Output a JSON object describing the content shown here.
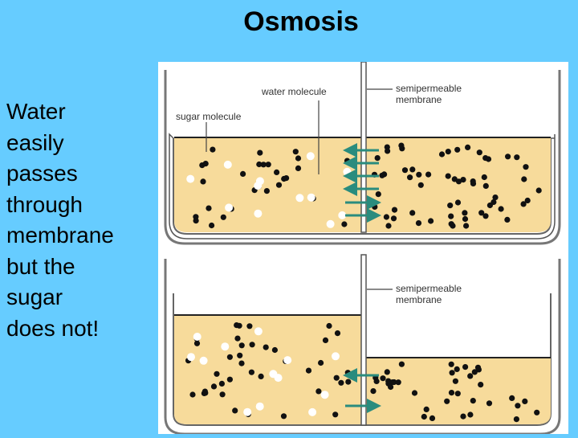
{
  "slide": {
    "title": "Osmosis",
    "caption_lines": [
      "Water",
      "easily",
      "passes",
      "through",
      "membrane",
      "but the",
      "sugar",
      "does not!"
    ]
  },
  "diagram": {
    "top_panel": {
      "labels": {
        "water_molecule": "water molecule",
        "sugar_molecule": "sugar molecule",
        "membrane_line1": "semipermeable",
        "membrane_line2": "membrane"
      }
    },
    "bottom_panel": {
      "labels": {
        "membrane_line1": "semipermeable",
        "membrane_line2": "membrane"
      }
    },
    "colors": {
      "solution": "#f7db9b",
      "water_molecule": "#111111",
      "sugar_molecule": "#ffffff",
      "arrow": "#2a8c7e",
      "container": "#777777",
      "background": "#66ccff"
    }
  }
}
